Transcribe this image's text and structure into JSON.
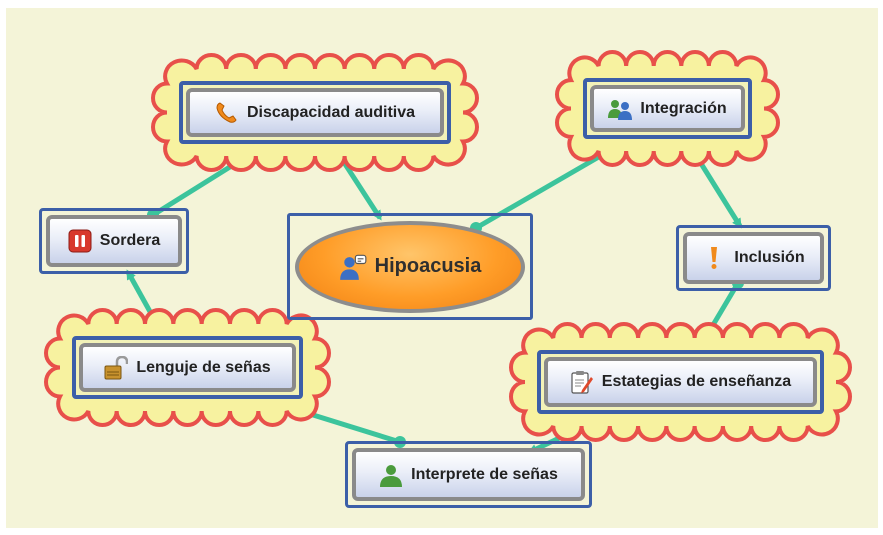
{
  "diagram": {
    "center": {
      "label": "Hipoacusia",
      "icon": "deaf-person-icon"
    },
    "nodes": [
      {
        "id": "discapacidad",
        "label": "Discapacidad auditiva",
        "icon": "telephone-icon",
        "style": "cloud"
      },
      {
        "id": "integracion",
        "label": "Integración",
        "icon": "people-icon",
        "style": "cloud"
      },
      {
        "id": "inclusion",
        "label": "Inclusión",
        "icon": "exclamation-icon",
        "style": "box"
      },
      {
        "id": "sordera",
        "label": "Sordera",
        "icon": "pause-icon",
        "style": "box"
      },
      {
        "id": "lenguje",
        "label": "Lenguje de señas",
        "icon": "padlock-open-icon",
        "style": "cloud"
      },
      {
        "id": "estategias",
        "label": "Estategias de enseñanza",
        "icon": "clipboard-icon",
        "style": "cloud"
      },
      {
        "id": "interprete",
        "label": "Interprete de señas",
        "icon": "person-icon",
        "style": "box"
      }
    ],
    "colors": {
      "background": "#f4f4d8",
      "connector": "#3cc49c",
      "node_border": "#3c5fa8",
      "cloud_outline": "#e8504a",
      "cloud_fill": "#f7f2a0",
      "center_fill": "#ff9d28"
    }
  }
}
